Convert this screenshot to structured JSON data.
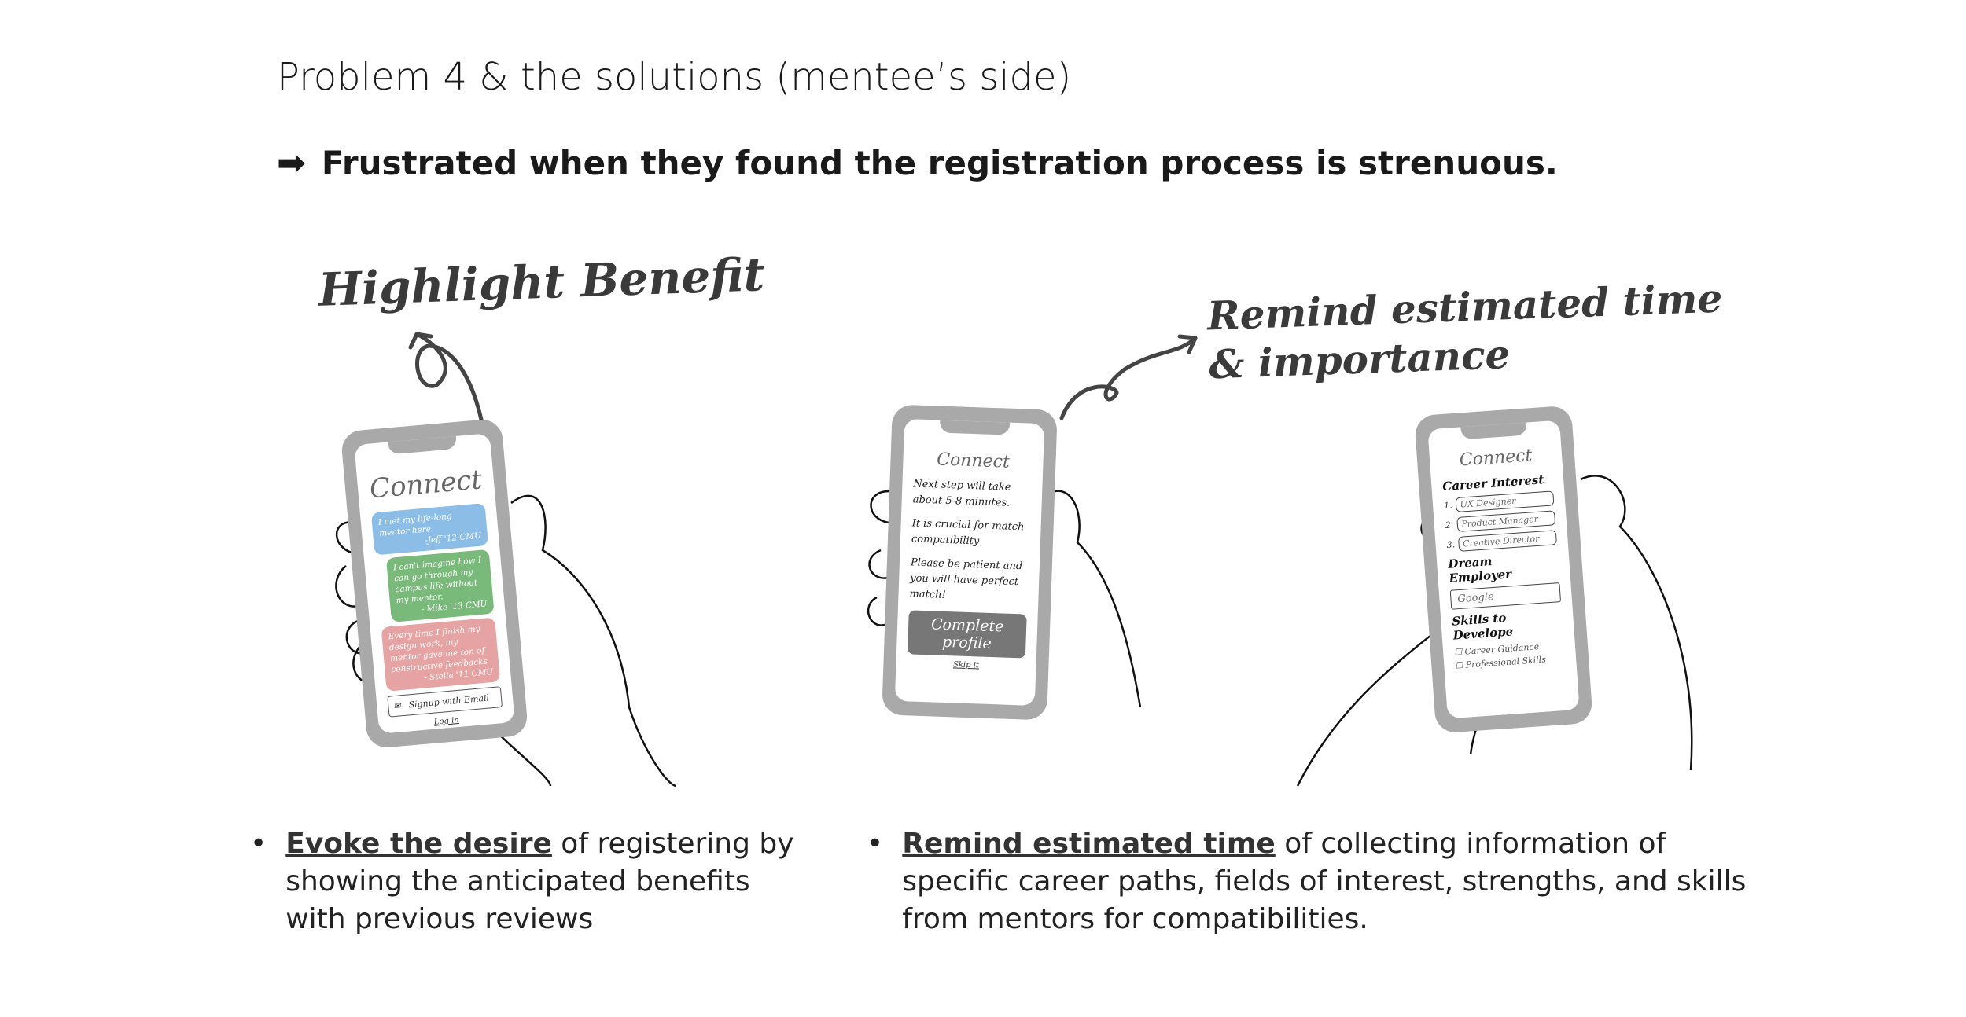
{
  "title": "Problem 4 & the solutions (mentee’s side)",
  "subtitle": {
    "icon": "right-arrow-icon",
    "glyph": "➡",
    "text": "Frustrated when they found the registration process is strenuous."
  },
  "annotations": {
    "left": "Highlight Benefit",
    "right_line1": "Remind estimated time",
    "right_line2": "& importance"
  },
  "phone1": {
    "brand": "Connect",
    "reviews": [
      {
        "text": "I met my life-long mentor here",
        "by": "-Jeff '12 CMU",
        "color": "#8bbde6"
      },
      {
        "text": "I can't imagine how I can go through my campus life without my mentor.",
        "by": "- Mike '13 CMU",
        "color": "#79b97a"
      },
      {
        "text": "Every time I finish my design work, my mentor gave me ton of constructive feedbacks",
        "by": "- Stella '11 CMU",
        "color": "#e6a3a3"
      }
    ],
    "signup": "Signup with Email",
    "login": "Log in"
  },
  "phone2": {
    "brand": "Connect",
    "messages": [
      "Next step will take about 5-8 minutes.",
      "It is crucial for match compatibility",
      "Please be patient and you will have perfect match!"
    ],
    "cta": "Complete profile",
    "skip": "Skip it"
  },
  "phone3": {
    "brand": "Connect",
    "career_heading": "Career Interest",
    "options": [
      "UX Designer",
      "Product Manager",
      "Creative Director"
    ],
    "employer_heading": "Dream Employer",
    "employer_value": "Google",
    "skills_heading": "Skills to Develope",
    "skills": [
      "Career Guidance",
      "Professional Skills"
    ]
  },
  "bullets": {
    "symbol": "•",
    "left": {
      "emphasis": "Evoke the desire",
      "rest": " of registering by showing the anticipated benefits with previous reviews"
    },
    "right": {
      "emphasis": "Remind estimated time",
      "rest": " of collecting information of specific career paths, fields of interest, strengths, and skills from mentors for compatibilities."
    }
  }
}
